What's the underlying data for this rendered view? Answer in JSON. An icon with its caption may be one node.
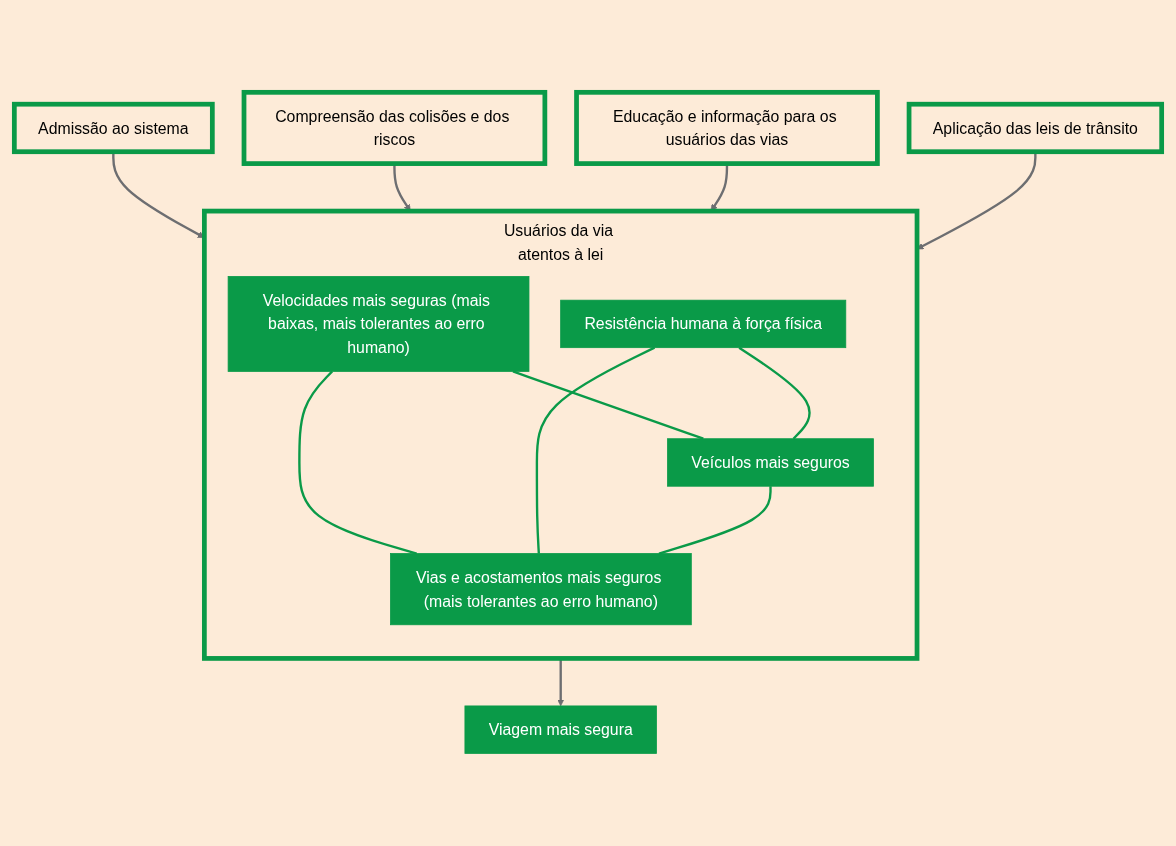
{
  "diagram": {
    "nodes": [
      {
        "text": [
          "Viagem mais segura"
        ]
      },
      {
        "text": [
          "Admissão ao sistema"
        ]
      },
      {
        "text": [
          "Compreensão das colisões e dos riscos"
        ]
      },
      {
        "text": [
          "Usuários da via atentos à lei"
        ]
      },
      {
        "text": [
          "Velocidades mais seguras (mais baixas, mais tolerantes ao erro humano)"
        ],
        "in": 3
      },
      {
        "text": [
          "Resistência humana à força física"
        ],
        "in": 3
      },
      {
        "text": [
          "Veículos mais seguros"
        ],
        "in": 3
      },
      {
        "text": [
          "Vias e acostamentos mais seguros (mais tolerantes ao erro humano)"
        ],
        "in": 3
      },
      {
        "text": [
          "Educação e informação para os usuários das vias"
        ]
      },
      {
        "text": [
          "Aplicação das leis de trânsito"
        ]
      }
    ],
    "edges": [
      {
        "from": 3,
        "to": 0,
        "arrow": "to",
        "color": "#6d6e71"
      },
      {
        "from": 1,
        "to": 3,
        "arrow": "to",
        "color": "#6d6e71"
      },
      {
        "from": 2,
        "to": 3,
        "arrow": "to",
        "color": "#6d6e71"
      },
      {
        "from": 4,
        "to": 6,
        "arrow": "none",
        "color": "#0a9a48"
      },
      {
        "from": 4,
        "to": 7,
        "arrow": "none",
        "color": "#0a9a48"
      },
      {
        "from": 5,
        "to": 6,
        "arrow": "none",
        "color": "#0a9a48"
      },
      {
        "from": 5,
        "to": 7,
        "arrow": "none",
        "color": "#0a9a48"
      },
      {
        "from": 6,
        "to": 7,
        "arrow": "none",
        "color": "#0a9a48"
      },
      {
        "from": 8,
        "to": 3,
        "arrow": "to",
        "color": "#6d6e71"
      },
      {
        "from": 9,
        "to": 3,
        "arrow": "to",
        "color": "#6d6e71"
      }
    ]
  }
}
